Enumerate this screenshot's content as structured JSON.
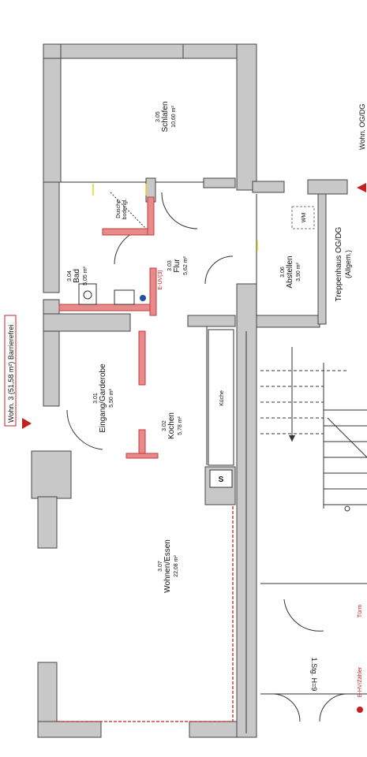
{
  "header_label": "Wohn. 3 (51,58 m²) Barrierefrei",
  "right_edge_label": "Wohn. OG/DG",
  "rooms": [
    {
      "id": "3.05",
      "name": "Schlafen",
      "area": "10,60 m²"
    },
    {
      "id": "3.04",
      "name": "Bad",
      "area": "5,05 m²"
    },
    {
      "id": "3.03",
      "name": "Flur",
      "area": "5,62 m²"
    },
    {
      "id": "3.01",
      "name": "Eingang/Garderobe",
      "area": "5,50 m²"
    },
    {
      "id": "3.02",
      "name": "Kochen",
      "area": "5,78 m²"
    },
    {
      "id": "3.07",
      "name": "Wohnen/Essen",
      "area": "22,08 m²"
    },
    {
      "id": "3.06",
      "name": "Abstellen",
      "area": "3,90 m²"
    }
  ],
  "stair": {
    "name": "Treppenhaus OG/DG",
    "note": "(Allgem.)"
  },
  "labels": {
    "shower": "Dusche",
    "shower_sub": "bodengl.",
    "kitchen": "Küche",
    "wm": "WM",
    "s_box": "S",
    "e_uv": "E-UV(3)",
    "turm": "Türm",
    "stage": "1.Stg. H=9",
    "e_hv": "E-HV/Zähler"
  }
}
